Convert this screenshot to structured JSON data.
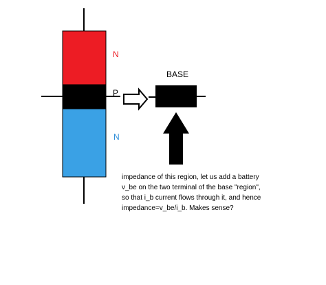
{
  "diagram": {
    "labels": {
      "n_top": "N",
      "p_middle": "P",
      "n_bottom": "N",
      "base": "BASE"
    },
    "note_lines": [
      "impedance of this region, let us add a battery",
      "v_be on the two terminal of the base \"region\",",
      "so that i_b current flows through it, and hence",
      "impedance=v_be/i_b. Makes sense?"
    ]
  },
  "colors": {
    "n_top_region": "#ed1c24",
    "p_region": "#000000",
    "n_bottom_region": "#3aa1e5",
    "n_top_label": "#ed1c24",
    "n_bottom_label": "#2f8ed8",
    "p_label": "#000000",
    "base_label": "#000000",
    "wire": "#000000",
    "arrow_outline": "#000000",
    "arrow_fill": "#ffffff",
    "current_arrow": "#000000"
  }
}
